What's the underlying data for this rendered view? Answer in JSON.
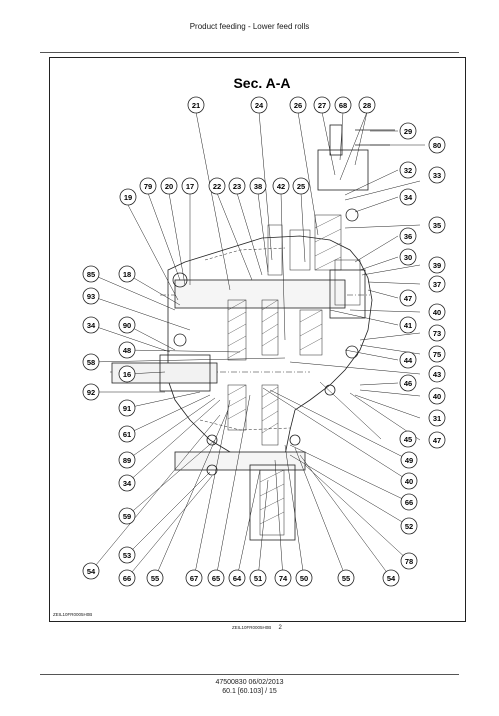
{
  "header": {
    "title": "Product feeding - Lower feed rolls"
  },
  "figure": {
    "section_title": "Sec. A-A",
    "figure_id": "ZEIL10FR0005H0B",
    "figure_ref": "ZEIL10FR0005H0B",
    "figure_ref_num": "2",
    "callouts": [
      "21",
      "24",
      "26",
      "27",
      "68",
      "28",
      "29",
      "80",
      "79",
      "20",
      "17",
      "22",
      "23",
      "38",
      "42",
      "25",
      "19",
      "32",
      "33",
      "34",
      "35",
      "36",
      "30",
      "39",
      "85",
      "18",
      "37",
      "47",
      "93",
      "40",
      "41",
      "34",
      "90",
      "73",
      "48",
      "75",
      "58",
      "44",
      "43",
      "16",
      "46",
      "92",
      "40",
      "91",
      "31",
      "61",
      "45",
      "47",
      "89",
      "49",
      "34",
      "40",
      "66",
      "59",
      "52",
      "53",
      "54",
      "78",
      "66",
      "55",
      "67",
      "65",
      "64",
      "51",
      "74",
      "50",
      "55",
      "54"
    ]
  },
  "footer": {
    "doc_line": "47500830 06/02/2013",
    "page_line": "60.1 [60.103] / 15"
  }
}
